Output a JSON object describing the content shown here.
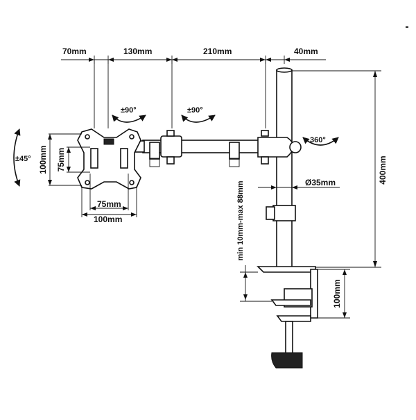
{
  "dimensions": {
    "top_70": "70mm",
    "top_130": "130mm",
    "top_210": "210mm",
    "top_40": "40mm",
    "height_400": "400mm",
    "diameter_35": "Ø35mm",
    "clamp_range": "min 10mm-max 88mm",
    "clamp_100": "100mm",
    "vesa_h_75": "75mm",
    "vesa_h_100": "100mm",
    "vesa_v_75": "75mm",
    "vesa_v_100": "100mm"
  },
  "angles": {
    "tilt": "±45°",
    "swivel_head": "±90°",
    "swivel_mid": "±90°",
    "rotate_pole": "360°"
  }
}
